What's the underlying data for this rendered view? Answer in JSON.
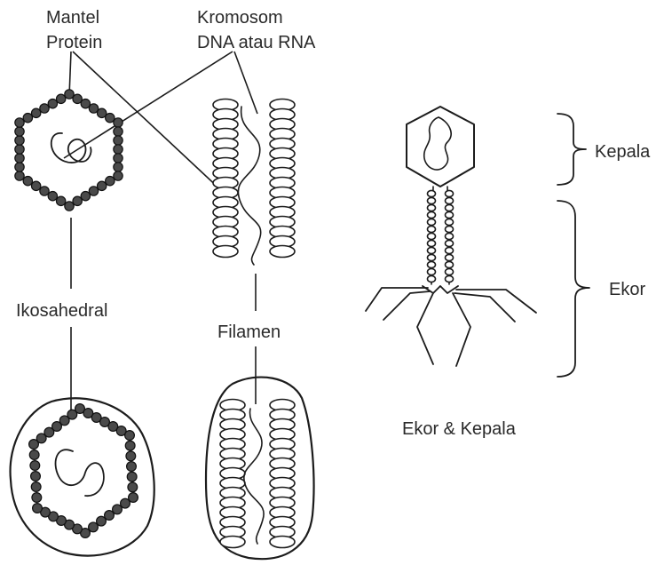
{
  "labels": {
    "mantel_line1": "Mantel",
    "mantel_line2": "Protein",
    "kromosom_line1": "Kromosom",
    "kromosom_line2": "DNA atau RNA",
    "ikosahedral": "Ikosahedral",
    "filamen": "Filamen",
    "kepala": "Kepala",
    "ekor": "Ekor",
    "ekor_kepala": "Ekor & Kepala"
  }
}
